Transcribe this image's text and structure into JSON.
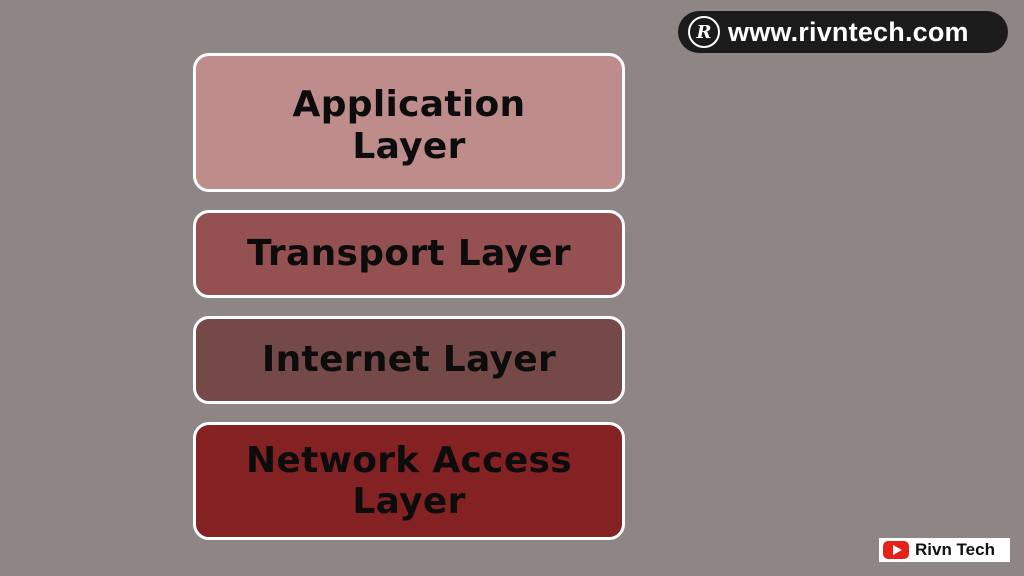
{
  "brand": {
    "logo_letter": "R",
    "url": "www.rivntech.com"
  },
  "layers": [
    {
      "label": "Application\nLayer",
      "color": "#bf8c8c"
    },
    {
      "label": "Transport  Layer",
      "color": "#955152"
    },
    {
      "label": "Internet  Layer",
      "color": "#744948"
    },
    {
      "label": "Network Access\nLayer",
      "color": "#842223"
    }
  ],
  "channel": {
    "icon": "youtube-icon",
    "name": "Rivn Tech"
  }
}
